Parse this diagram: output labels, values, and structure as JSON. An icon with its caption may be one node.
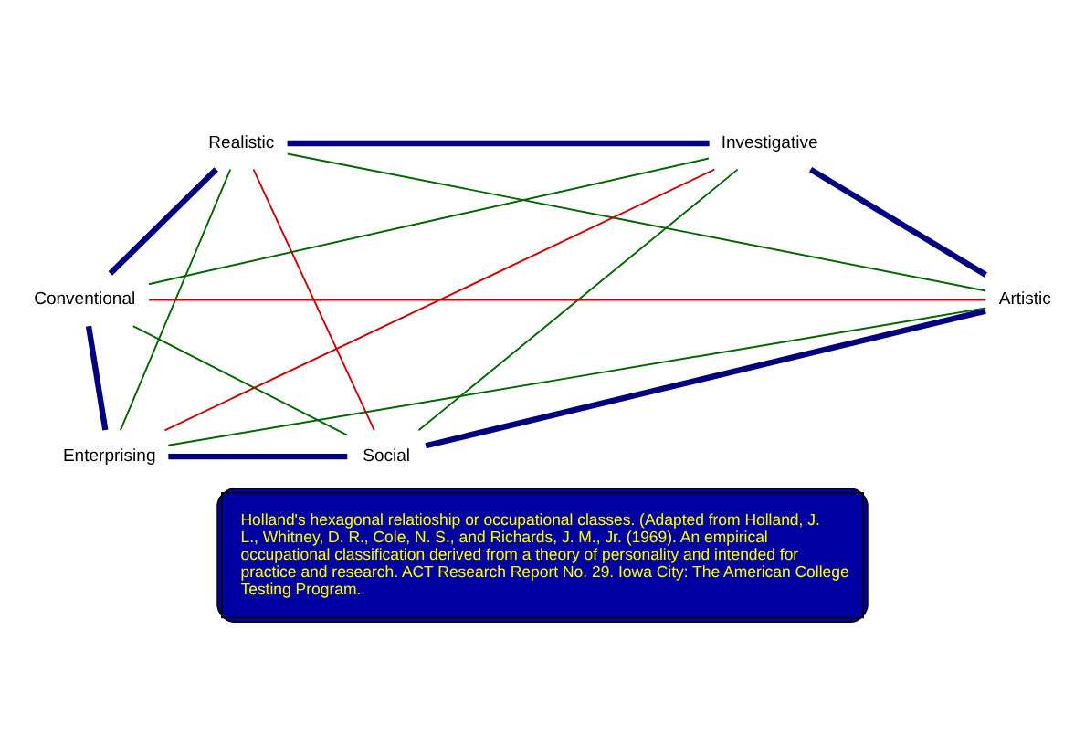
{
  "diagram": {
    "caption": "Holland's hexagonal relatioship or occupational classes. (Adapted from Holland, J. L., Whitney, D. R., Cole, N. S., and Richards, J. M., Jr. (1969). An empirical occupational classification derived from a theory of personality and intended for practice and research. ACT Research Report No. 29. Iowa City: The American College Testing Program.",
    "nodes": [
      {
        "text": [
          "Realistic"
        ]
      },
      {
        "text": [
          "Investigative"
        ]
      },
      {
        "text": [
          "Artistic"
        ]
      },
      {
        "text": [
          "Social"
        ]
      },
      {
        "text": [
          "Enterprising"
        ]
      },
      {
        "text": [
          "Conventional"
        ]
      }
    ],
    "edges": [
      {
        "from": 0,
        "to": 1,
        "arrow": "none",
        "style": "thick",
        "color": "#000080"
      },
      {
        "from": 1,
        "to": 2,
        "arrow": "none",
        "style": "thick",
        "color": "#000080"
      },
      {
        "from": 2,
        "to": 3,
        "arrow": "none",
        "style": "thick",
        "color": "#000080"
      },
      {
        "from": 4,
        "to": 3,
        "arrow": "none",
        "style": "thick",
        "color": "#000080"
      },
      {
        "from": 5,
        "to": 4,
        "arrow": "none",
        "style": "thick",
        "color": "#000080"
      },
      {
        "from": 0,
        "to": 5,
        "arrow": "none",
        "style": "thick",
        "color": "#000080"
      },
      {
        "from": 0,
        "to": 3,
        "arrow": "none",
        "color": "#cc0000"
      },
      {
        "from": 1,
        "to": 4,
        "arrow": "none",
        "color": "#cc0000"
      },
      {
        "from": 5,
        "to": 2,
        "arrow": "none",
        "color": "#cc0000"
      },
      {
        "from": 0,
        "to": 4,
        "arrow": "none",
        "color": "#006600"
      },
      {
        "from": 1,
        "to": 3,
        "arrow": "none",
        "color": "#006600"
      },
      {
        "from": 0,
        "to": 2,
        "arrow": "none",
        "color": "#006600"
      },
      {
        "from": 1,
        "to": 5,
        "arrow": "none",
        "color": "#006600"
      },
      {
        "from": 5,
        "to": 3,
        "arrow": "none",
        "color": "#006600"
      },
      {
        "from": 2,
        "to": 4,
        "arrow": "none",
        "color": "#006600"
      }
    ]
  }
}
